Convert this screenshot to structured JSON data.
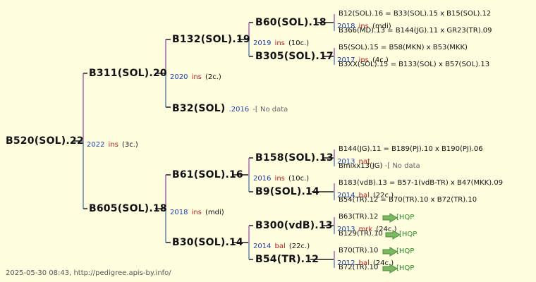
{
  "root": {
    "name": "B520(SOL).22",
    "year": "2022",
    "status": "ins",
    "count": "(3c.)"
  },
  "sire": {
    "name": "B311(SOL).20",
    "year": "2020",
    "status": "ins",
    "count": "(2c.)"
  },
  "dam": {
    "name": "B605(SOL).18",
    "year": "2018",
    "status": "ins",
    "count": "(mdi)"
  },
  "ss": {
    "name": "B132(SOL).19",
    "year": "2019",
    "status": "ins",
    "count": "(10c.)"
  },
  "sd": {
    "name": "B32(SOL)",
    "year": ".2016",
    "note": "-[ No data"
  },
  "ds": {
    "name": "B61(SOL).16",
    "year": "2016",
    "status": "ins",
    "count": "(10c.)"
  },
  "dd": {
    "name": "B30(SOL).14",
    "year": "2014",
    "status": "bal",
    "count": "(22c.)"
  },
  "sss": {
    "name": "B60(SOL).18",
    "year": "2018",
    "status": "ins",
    "count": "(mdi)",
    "top": "B12(SOL).16 = B33(SOL).15 x B15(SOL).12",
    "bottom": "B366(MD).13 = B144(JG).11 x GR23(TR).09"
  },
  "ssd": {
    "name": "B305(SOL).17",
    "year": "2017",
    "status": "ins",
    "count": "(4c.)",
    "top": "B5(SOL).15 = B58(MKN) x B53(MKK)",
    "bottom": "B3XX(SOL).15 = B133(SOL) x B57(SOL).13"
  },
  "dss": {
    "name": "B158(SOL).13",
    "year": "2013",
    "status": "nat",
    "top": "B144(JG).11 = B189(PJ).10 x B190(PJ).06",
    "bottom": "Bmixx13(JG)",
    "bottom_note": "-[ No data"
  },
  "dsd": {
    "name": "B9(SOL).14",
    "year": "2014",
    "status": "bal",
    "count": "(22c.)",
    "top": "B183(vdB).13 = B57-1(vdB-TR) x B47(MKK).09",
    "bottom": "B54(TR).12 = B70(TR).10 x B72(TR).10"
  },
  "dds": {
    "name": "B300(vdB).13",
    "year": "2013",
    "status": "mrk",
    "count": "(24c.)",
    "top": "B63(TR).12",
    "bottom": "B129(TR).10"
  },
  "ddd": {
    "name": "B54(TR).12",
    "year": "2012",
    "status": "bal",
    "count": "(24c.)",
    "top": "B70(TR).10",
    "bottom": "B72(TR).10"
  },
  "hqp_label": "[HQP",
  "footer": "2025-05-30 08:43, http://pedigree.apis-by.info/",
  "colors": {
    "background": "#ffffe0",
    "sire_line": "#c08cc0",
    "dam_line": "#8aa4c0",
    "year": "#1e3fb4",
    "status": "#c02020",
    "arrow": "#7cb860"
  }
}
